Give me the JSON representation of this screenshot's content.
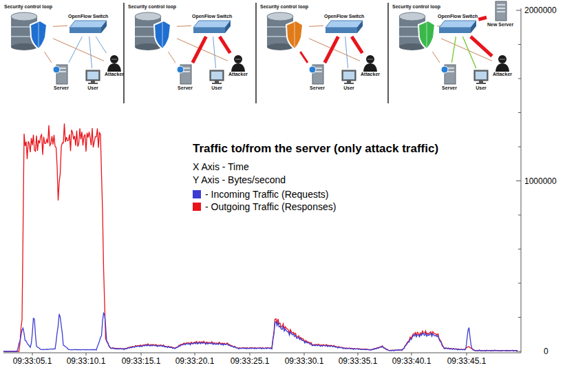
{
  "diagram": {
    "title": "Traffic to/from the server (only attack traffic)",
    "nodes": [
      {
        "text": [
          "Security control loop"
        ]
      },
      {
        "text": [
          "OpenFlow Switch"
        ]
      },
      {
        "text": [
          "Attacker"
        ]
      },
      {
        "text": [
          "Server"
        ]
      },
      {
        "text": [
          "User"
        ]
      },
      {
        "text": [
          "Security control loop"
        ]
      },
      {
        "text": [
          "OpenFlow Switch"
        ]
      },
      {
        "text": [
          "Attacker"
        ]
      },
      {
        "text": [
          "Server"
        ]
      },
      {
        "text": [
          "User"
        ]
      },
      {
        "text": [
          "Security control loop"
        ]
      },
      {
        "text": [
          "OpenFlow Switch"
        ]
      },
      {
        "text": [
          "Attacker"
        ]
      },
      {
        "text": [
          "Server"
        ]
      },
      {
        "text": [
          "User"
        ]
      },
      {
        "text": [
          "Security control loop"
        ]
      },
      {
        "text": [
          "OpenFlow Switch"
        ]
      },
      {
        "text": [
          "Attacker"
        ]
      },
      {
        "text": [
          "Server"
        ]
      },
      {
        "text": [
          "User"
        ]
      },
      {
        "text": [
          "New Server"
        ]
      }
    ],
    "edges": [
      {
        "from": 0,
        "to": 1,
        "arrow": "none"
      },
      {
        "from": 0,
        "to": 3,
        "arrow": "none"
      },
      {
        "from": 0,
        "to": 2,
        "arrow": "none"
      },
      {
        "from": 1,
        "to": 3,
        "arrow": "none"
      },
      {
        "from": 1,
        "to": 4,
        "arrow": "none"
      },
      {
        "from": 1,
        "to": 2,
        "arrow": "none"
      },
      {
        "from": 5,
        "to": 6,
        "arrow": "none"
      },
      {
        "from": 5,
        "to": 8,
        "arrow": "none"
      },
      {
        "from": 5,
        "to": 7,
        "arrow": "none"
      },
      {
        "from": 6,
        "to": 8,
        "arrow": "none"
      },
      {
        "from": 6,
        "to": 9,
        "arrow": "none"
      },
      {
        "from": 6,
        "to": 7,
        "arrow": "none"
      },
      {
        "from": 10,
        "to": 11,
        "arrow": "none"
      },
      {
        "from": 10,
        "to": 13,
        "arrow": "none"
      },
      {
        "from": 10,
        "to": 12,
        "arrow": "none"
      },
      {
        "from": 11,
        "to": 13,
        "arrow": "none"
      },
      {
        "from": 11,
        "to": 14,
        "arrow": "none"
      },
      {
        "from": 11,
        "to": 12,
        "arrow": "none"
      },
      {
        "from": 15,
        "to": 16,
        "arrow": "none"
      },
      {
        "from": 15,
        "to": 18,
        "arrow": "none"
      },
      {
        "from": 15,
        "to": 17,
        "arrow": "none"
      },
      {
        "from": 16,
        "to": 18,
        "arrow": "none"
      },
      {
        "from": 16,
        "to": 19,
        "arrow": "none"
      },
      {
        "from": 16,
        "to": 17,
        "arrow": "none"
      },
      {
        "from": 16,
        "to": 20,
        "arrow": "none"
      }
    ],
    "labels": [
      "X Axis - Time",
      "Y Axis - Bytes/second",
      "09:33:05.1",
      "09:33:10.1",
      "09:33:15.1",
      "09:33:20.1",
      "09:33:25.1",
      "09:33:30.1",
      "09:33:35.1",
      "09:33:40.1",
      "09:33:45.1",
      "2000000",
      "1000000",
      "0"
    ],
    "legend": [
      {
        "text": "- Incoming Traffic (Requests)",
        "color": "#3c3cd2"
      },
      {
        "text": "- Outgoing Traffic (Responses)",
        "color": "#e8141b"
      }
    ]
  }
}
